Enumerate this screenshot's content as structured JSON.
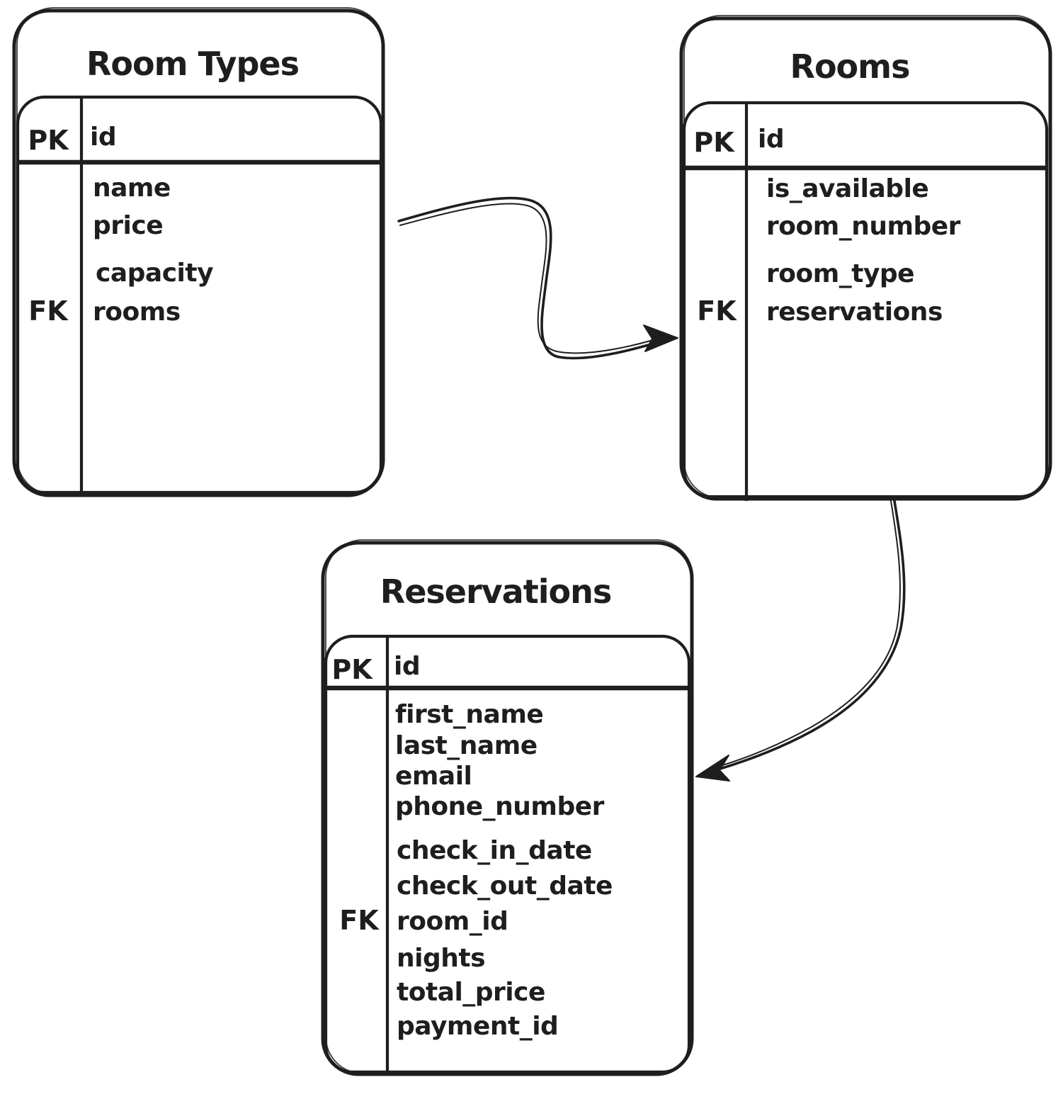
{
  "canvas": {
    "background": "#ffffff",
    "ink": "#1e1e1e"
  },
  "entities": [
    {
      "title": "Room Types",
      "primary_key": {
        "badge": "PK",
        "field": "id"
      },
      "rows": [
        {
          "badge": "",
          "field": "name"
        },
        {
          "badge": "",
          "field": "price"
        },
        {
          "badge": "",
          "field": "capacity"
        },
        {
          "badge": "FK",
          "field": "rooms"
        }
      ]
    },
    {
      "title": "Rooms",
      "primary_key": {
        "badge": "PK",
        "field": "id"
      },
      "rows": [
        {
          "badge": "",
          "field": "is_available"
        },
        {
          "badge": "",
          "field": "room_number"
        },
        {
          "badge": "",
          "field": "room_type"
        },
        {
          "badge": "FK",
          "field": "reservations"
        }
      ]
    },
    {
      "title": "Reservations",
      "primary_key": {
        "badge": "PK",
        "field": "id"
      },
      "rows": [
        {
          "badge": "",
          "field": "first_name"
        },
        {
          "badge": "",
          "field": "last_name"
        },
        {
          "badge": "",
          "field": "email"
        },
        {
          "badge": "",
          "field": "phone_number"
        },
        {
          "badge": "",
          "field": "check_in_date"
        },
        {
          "badge": "",
          "field": "check_out_date"
        },
        {
          "badge": "FK",
          "field": "room_id"
        },
        {
          "badge": "",
          "field": "nights"
        },
        {
          "badge": "",
          "field": "total_price"
        },
        {
          "badge": "",
          "field": "payment_id"
        }
      ]
    }
  ],
  "relationships": [
    {
      "from": "Room Types",
      "to": "Rooms"
    },
    {
      "from": "Rooms",
      "to": "Reservations"
    }
  ]
}
